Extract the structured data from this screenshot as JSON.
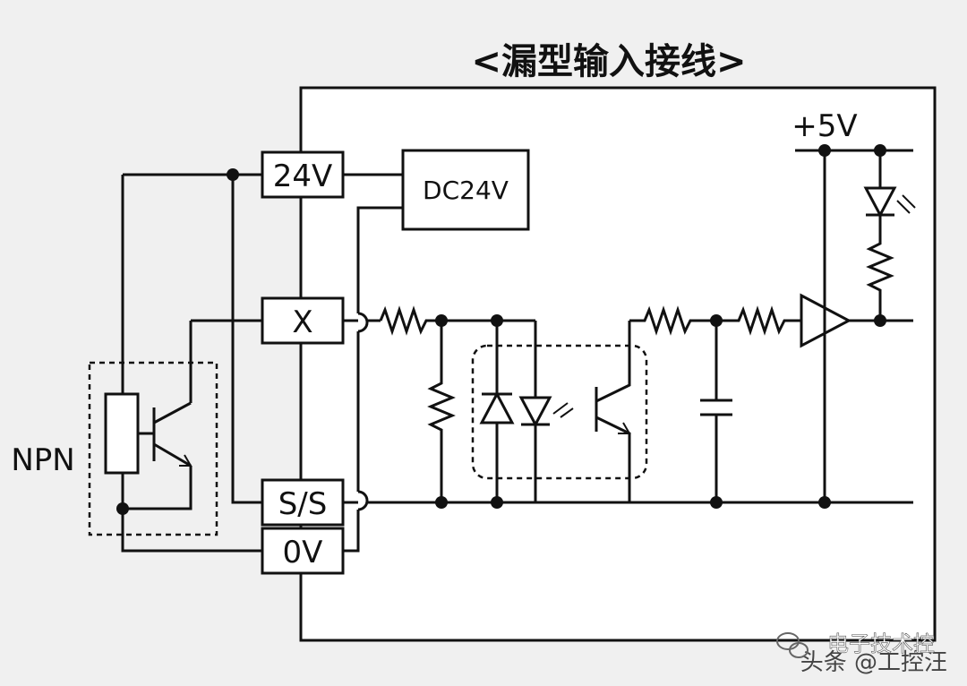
{
  "title": "<漏型输入接线>",
  "terminals": {
    "t24v": "24V",
    "tx": "X",
    "tss": "S/S",
    "t0v": "0V"
  },
  "supply_label": "DC24V",
  "sensor_label": "NPN",
  "rail_label": "+5V",
  "watermark": "头条 @工控汪",
  "watermark_overlay": "电子技术控"
}
